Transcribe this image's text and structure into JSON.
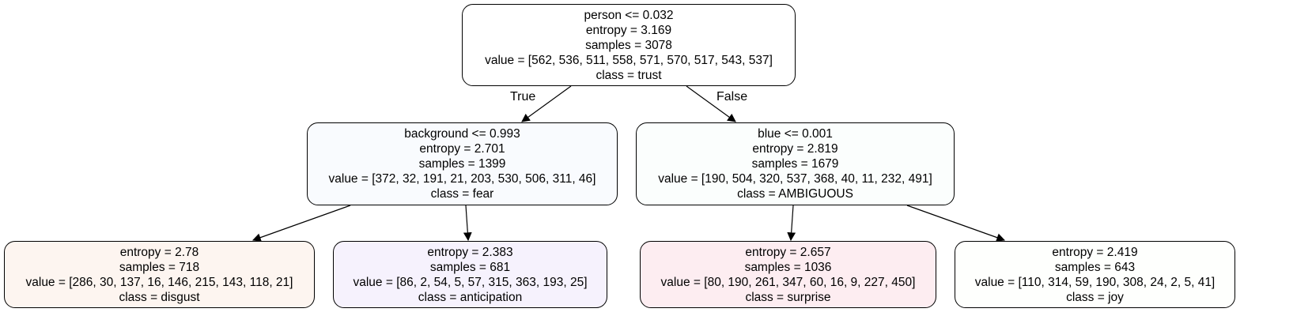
{
  "tree": {
    "root": {
      "lines": [
        "person <= 0.032",
        "entropy = 3.169",
        "samples = 3078",
        "value = [562, 536, 511, 558, 571, 570, 517, 543, 537]",
        "class = trust"
      ],
      "fill": "#ffffff"
    },
    "edge_true_label": "True",
    "edge_false_label": "False",
    "left": {
      "lines": [
        "background <= 0.993",
        "entropy = 2.701",
        "samples = 1399",
        "value = [372, 32, 191, 21, 203, 530, 506, 311, 46]",
        "class = fear"
      ],
      "fill": "#f9fbfe"
    },
    "right": {
      "lines": [
        "blue <= 0.001",
        "entropy = 2.819",
        "samples = 1679",
        "value = [190, 504, 320, 537, 368, 40, 11, 232, 491]",
        "class = AMBIGUOUS"
      ],
      "fill": "#fbfefd"
    },
    "leaf_ll": {
      "lines": [
        "entropy = 2.78",
        "samples = 718",
        "value = [286, 30, 137, 16, 146, 215, 143, 118, 21]",
        "class = disgust"
      ],
      "fill": "#fdf5f0"
    },
    "leaf_lr": {
      "lines": [
        "entropy = 2.383",
        "samples = 681",
        "value = [86, 2, 54, 5, 57, 315, 363, 193, 25]",
        "class = anticipation"
      ],
      "fill": "#f6f2fd"
    },
    "leaf_rl": {
      "lines": [
        "entropy = 2.657",
        "samples = 1036",
        "value = [80, 190, 261, 347, 60, 16, 9, 227, 450]",
        "class = surprise"
      ],
      "fill": "#fdedf1"
    },
    "leaf_rr": {
      "lines": [
        "entropy = 2.419",
        "samples = 643",
        "value = [110, 314, 59, 190, 308, 24, 2, 5, 41]",
        "class = joy"
      ],
      "fill": "#fefffd"
    }
  }
}
